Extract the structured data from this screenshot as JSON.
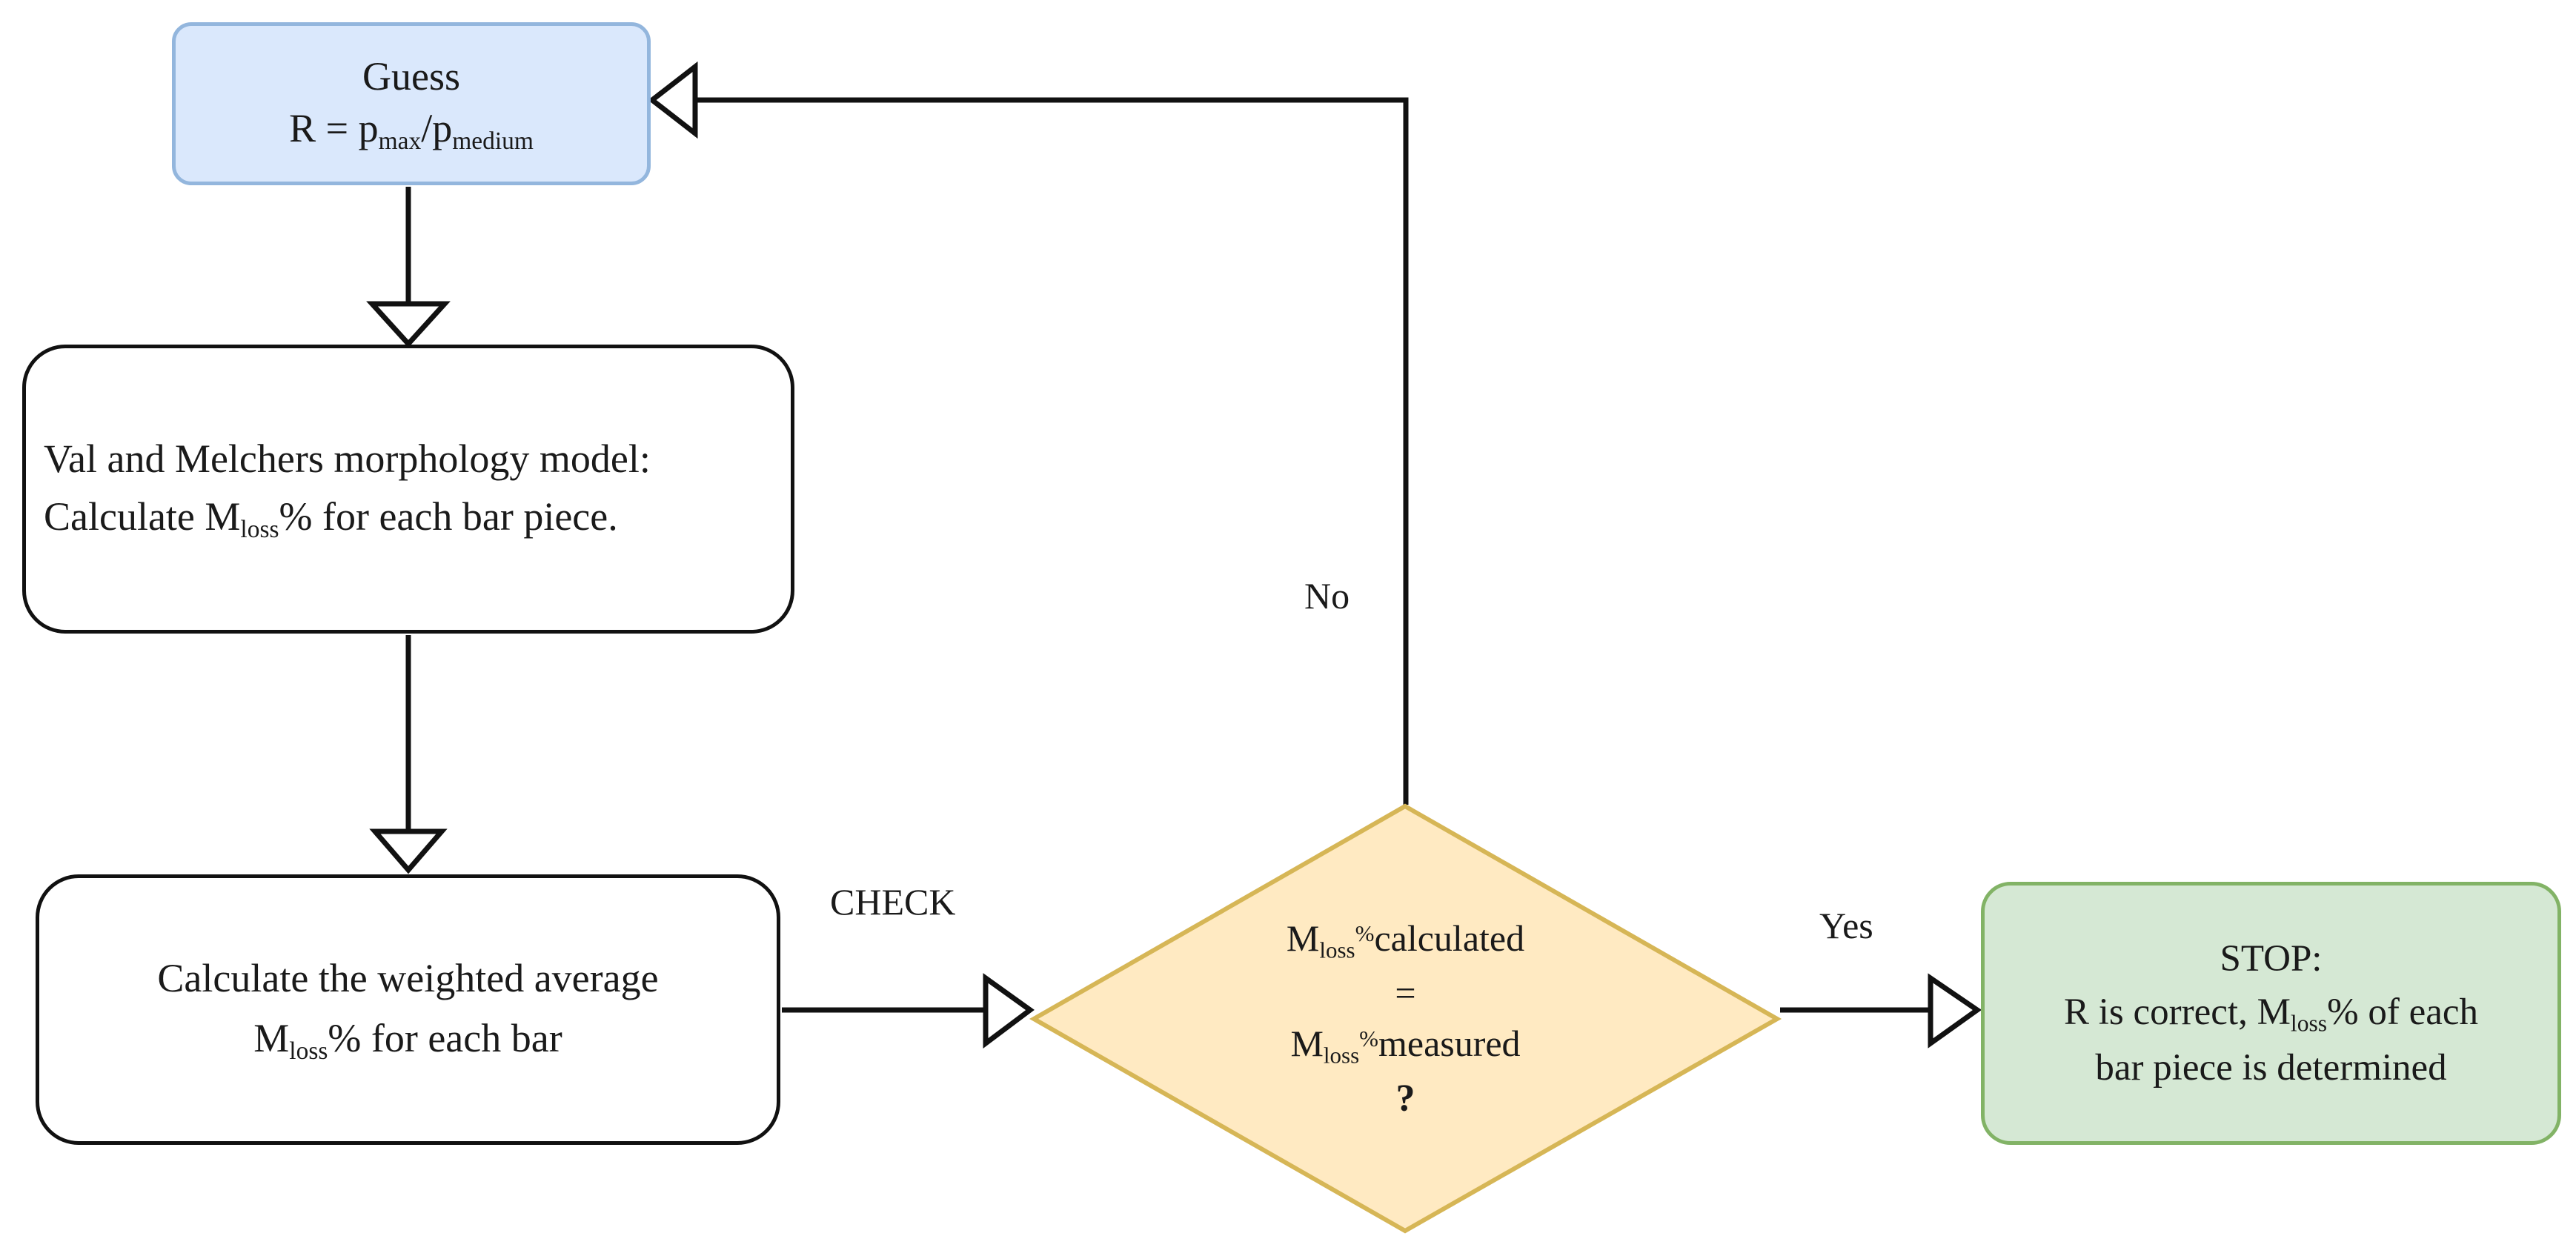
{
  "diagram": {
    "type": "flowchart",
    "title": "Iterative determination of R and mass loss percentage",
    "background": "#ffffff",
    "colors": {
      "guess_fill": "#dae8fc",
      "guess_stroke": "#93b6dd",
      "process_fill": "#ffffff",
      "process_stroke": "#111111",
      "decision_fill": "#ffeac2",
      "decision_stroke": "#d6b656",
      "stop_fill": "#d5e8d4",
      "stop_stroke": "#82b366",
      "edge": "#111111",
      "text": "#1a1a1a"
    }
  },
  "nodes": {
    "guess": {
      "shape": "rounded-rect",
      "line1": "Guess",
      "line2_prefix": "R = ",
      "line2_num_base": "p",
      "line2_num_sub": "max",
      "line2_slash": "/",
      "line2_den_base": "p",
      "line2_den_sub": "medium",
      "plain": "Guess  R = pmax/pmedium"
    },
    "model": {
      "shape": "rounded-rect",
      "line1": "Val and Melchers morphology model:",
      "line2_a": "Calculate M",
      "line2_sub": "loss",
      "line2_b": "% for each bar piece.",
      "plain": "Val and Melchers morphology model: Calculate Mloss% for each bar piece."
    },
    "weighted": {
      "shape": "rounded-rect",
      "line1": "Calculate the weighted average",
      "line2_a": "M",
      "line2_sub": "loss",
      "line2_b": "% for each bar",
      "plain": "Calculate the weighted average Mloss% for each bar"
    },
    "decision": {
      "shape": "diamond",
      "line1_a": "M",
      "line1_sub": "loss",
      "line1_pct": "%",
      "line1_b": "calculated",
      "line2": "=",
      "line3_a": "M",
      "line3_sub": "loss",
      "line3_pct": "%",
      "line3_b": "measured",
      "line4": "?",
      "plain": "Mloss%calculated = Mloss%measured ?"
    },
    "stop": {
      "shape": "rounded-rect",
      "line1": "STOP:",
      "line2_a": "R is correct, M",
      "line2_sub": "loss",
      "line2_b": "% of each",
      "line3": "bar piece is determined",
      "plain": "STOP: R is correct, Mloss% of each bar piece is determined"
    }
  },
  "edges": [
    {
      "id": "guess-to-model",
      "from": "guess",
      "to": "model",
      "label": "",
      "arrow": "open-triangle",
      "direction": "down"
    },
    {
      "id": "model-to-weighted",
      "from": "model",
      "to": "weighted",
      "label": "",
      "arrow": "open-triangle",
      "direction": "down"
    },
    {
      "id": "weighted-to-decision",
      "from": "weighted",
      "to": "decision",
      "label": "CHECK",
      "arrow": "open-triangle",
      "direction": "right"
    },
    {
      "id": "decision-to-stop",
      "from": "decision",
      "to": "stop",
      "label": "Yes",
      "arrow": "open-triangle",
      "direction": "right"
    },
    {
      "id": "decision-to-guess",
      "from": "decision",
      "to": "guess",
      "label": "No",
      "arrow": "open-triangle",
      "direction": "up-left"
    }
  ],
  "edge_labels": {
    "check": "CHECK",
    "yes": "Yes",
    "no": "No"
  }
}
